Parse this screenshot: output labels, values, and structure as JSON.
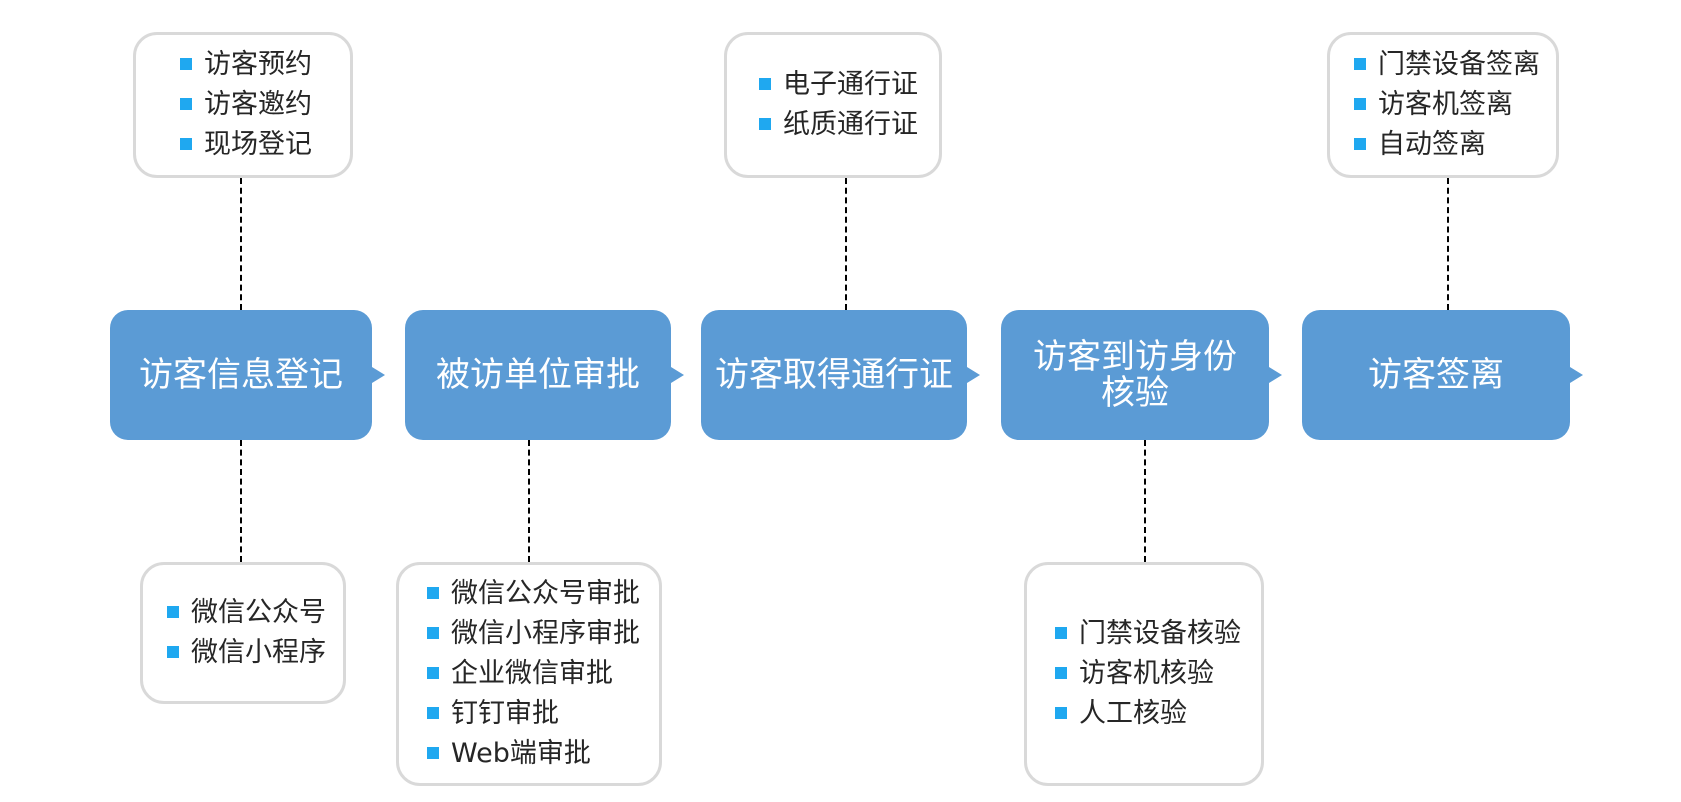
{
  "colors": {
    "step_fill": "#5b9bd5",
    "bullet": "#1fa8f0",
    "note_border": "#d9d9d9"
  },
  "steps": [
    "访客信息登记",
    "被访单位审批",
    "访客取得通行证",
    "访客到访身份核验",
    "访客签离"
  ],
  "notes_top": [
    [
      "访客预约",
      "访客邀约",
      "现场登记"
    ],
    [
      "电子通行证",
      "纸质通行证"
    ],
    [
      "门禁设备签离",
      "访客机签离",
      "自动签离"
    ]
  ],
  "notes_bottom": [
    [
      "微信公众号",
      "微信小程序"
    ],
    [
      "微信公众号审批",
      "微信小程序审批",
      "企业微信审批",
      "钉钉审批",
      "Web端审批"
    ],
    [
      "门禁设备核验",
      "访客机核验",
      "人工核验"
    ]
  ]
}
